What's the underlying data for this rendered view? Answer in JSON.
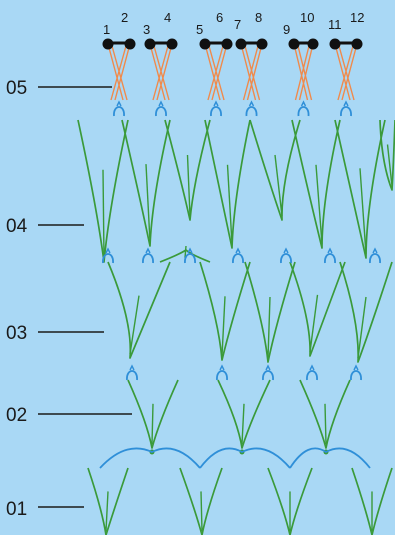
{
  "rows": [
    {
      "id": "05",
      "label": "05"
    },
    {
      "id": "04",
      "label": "04"
    },
    {
      "id": "03",
      "label": "03"
    },
    {
      "id": "02",
      "label": "02"
    },
    {
      "id": "01",
      "label": "01"
    }
  ],
  "pins": [
    "1",
    "2",
    "3",
    "4",
    "5",
    "6",
    "7",
    "8",
    "9",
    "10",
    "11",
    "12"
  ],
  "colors": {
    "background": "#a9d8f5",
    "green_stitch": "#3a9a3a",
    "blue_link": "#2f8fd8",
    "orange_stitch": "#f08a4b",
    "pin": "#111111",
    "text": "#1a1a1a"
  }
}
